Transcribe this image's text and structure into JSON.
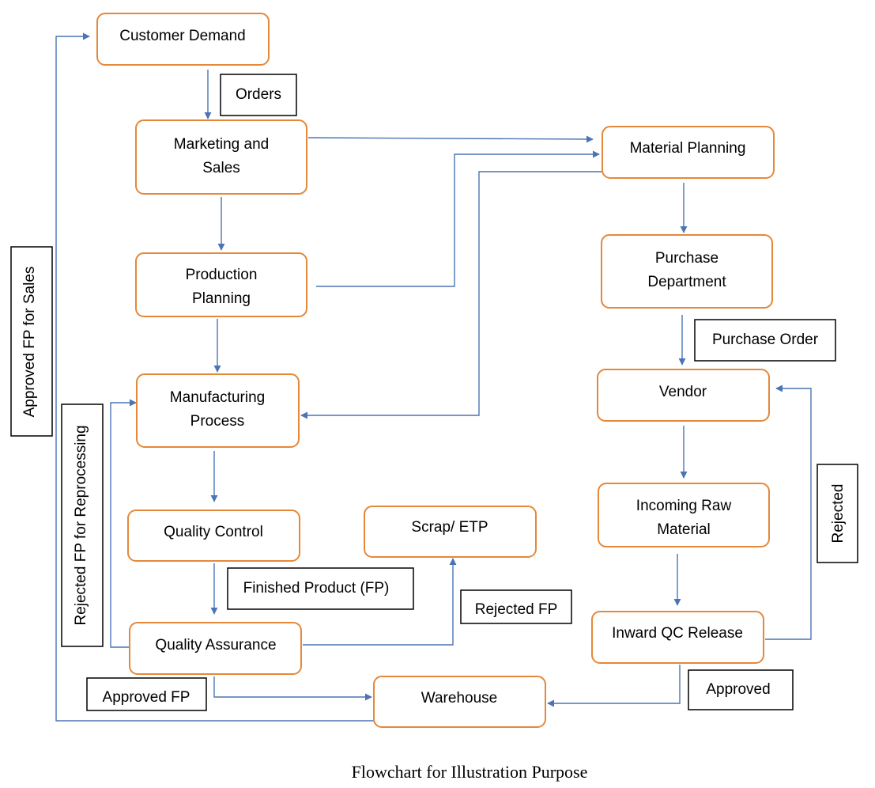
{
  "colors": {
    "node_border": "#e5883a",
    "arrow": "#4a74b4",
    "label_border": "#000000"
  },
  "caption": "Flowchart for Illustration Purpose",
  "nodes": {
    "customer_demand": [
      "Customer Demand"
    ],
    "marketing_sales": [
      "Marketing and",
      "Sales"
    ],
    "production_planning": [
      "Production",
      "Planning"
    ],
    "manufacturing_process": [
      "Manufacturing",
      "Process"
    ],
    "quality_control": [
      "Quality Control"
    ],
    "quality_assurance": [
      "Quality Assurance"
    ],
    "warehouse": [
      "Warehouse"
    ],
    "scrap_etp": [
      "Scrap/ ETP"
    ],
    "material_planning": [
      "Material Planning"
    ],
    "purchase_department": [
      "Purchase",
      "Department"
    ],
    "vendor": [
      "Vendor"
    ],
    "incoming_raw_material": [
      "Incoming Raw",
      "Material"
    ],
    "inward_qc_release": [
      "Inward QC Release"
    ]
  },
  "labels": {
    "orders": "Orders",
    "purchase_order": "Purchase Order",
    "finished_product": "Finished Product (FP)",
    "rejected_fp": "Rejected FP",
    "approved_fp": "Approved FP",
    "approved": "Approved",
    "rejected": "Rejected",
    "rejected_fp_reprocessing": "Rejected FP for Reprocessing",
    "approved_fp_sales": "Approved FP for Sales"
  }
}
